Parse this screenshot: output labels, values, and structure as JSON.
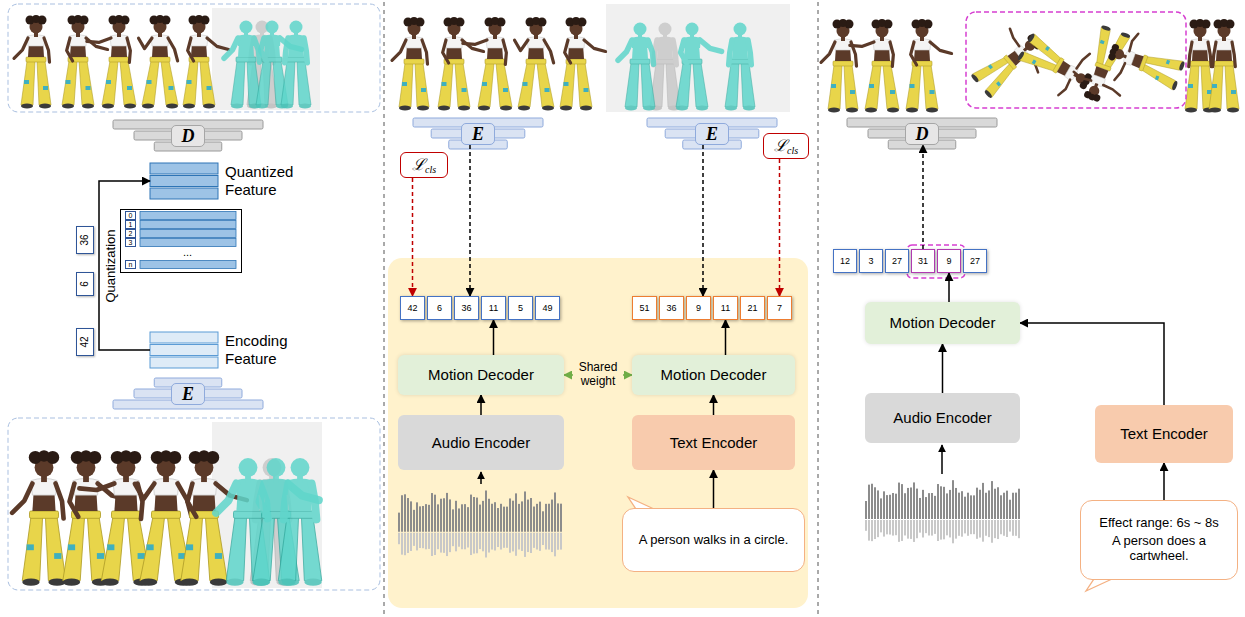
{
  "diagram": {
    "nodes": [
      {
        "text": [
          "D"
        ]
      },
      {
        "text": [
          "Quantized Feature"
        ]
      },
      {
        "text": [
          "..."
        ]
      },
      {
        "text": [
          "0"
        ],
        "in": 2
      },
      {
        "text": [
          "1"
        ],
        "in": 2
      },
      {
        "text": [
          "2"
        ],
        "in": 2
      },
      {
        "text": [
          "3"
        ],
        "in": 2
      },
      {
        "text": [
          "n"
        ],
        "in": 2
      },
      {
        "text": [
          "36"
        ]
      },
      {
        "text": [
          "6"
        ]
      },
      {
        "text": [
          "42"
        ]
      },
      {
        "text": [
          "Encoding Feature"
        ]
      },
      {
        "text": [
          "E"
        ]
      },
      {
        "text": [
          "E"
        ]
      },
      {
        "text": [
          "E"
        ]
      },
      {
        "text": [
          "ℒ",
          "cls"
        ]
      },
      {
        "text": [
          "ℒ",
          "cls"
        ]
      },
      {
        "text": [
          "42"
        ]
      },
      {
        "text": [
          "6"
        ]
      },
      {
        "text": [
          "36"
        ]
      },
      {
        "text": [
          "11"
        ]
      },
      {
        "text": [
          "5"
        ]
      },
      {
        "text": [
          "49"
        ]
      },
      {
        "text": [
          "51"
        ]
      },
      {
        "text": [
          "36"
        ]
      },
      {
        "text": [
          "9"
        ]
      },
      {
        "text": [
          "11"
        ]
      },
      {
        "text": [
          "21"
        ]
      },
      {
        "text": [
          "7"
        ]
      },
      {
        "text": [
          "Motion Decoder"
        ]
      },
      {
        "text": [
          "Motion Decoder"
        ]
      },
      {
        "text": [
          "Audio Encoder"
        ]
      },
      {
        "text": [
          "Text Encoder"
        ]
      },
      {
        "text": [
          "A person walks in a circle."
        ]
      },
      {
        "text": [
          "D"
        ]
      },
      {
        "text": [
          "12"
        ]
      },
      {
        "text": [
          "3"
        ]
      },
      {
        "text": [
          "27"
        ]
      },
      {
        "text": [
          "31"
        ]
      },
      {
        "text": [
          "9"
        ]
      },
      {
        "text": [
          "27"
        ]
      },
      {
        "text": [
          "Motion Decoder"
        ]
      },
      {
        "text": [
          "Audio Encoder"
        ]
      },
      {
        "text": [
          "Text Encoder"
        ]
      },
      {
        "text": [
          "Effect range: 6s ~ 8s",
          "A person does a cartwheel."
        ]
      }
    ],
    "edges": [
      {
        "from": 11,
        "to": 1,
        "label": "Quantization",
        "arrow": "to"
      },
      {
        "from": 13,
        "to": 19,
        "arrow": "to"
      },
      {
        "from": 15,
        "to": 17,
        "arrow": "to"
      },
      {
        "from": 29,
        "to": 20,
        "arrow": "to"
      },
      {
        "from": 14,
        "to": 25,
        "arrow": "to"
      },
      {
        "from": 16,
        "to": 28,
        "arrow": "to"
      },
      {
        "from": 30,
        "to": 26,
        "arrow": "to"
      },
      {
        "from": 31,
        "to": 29,
        "arrow": "to"
      },
      {
        "from": 32,
        "to": 30,
        "arrow": "to"
      },
      {
        "from": 33,
        "to": 32,
        "arrow": "to"
      },
      {
        "from": 29,
        "to": 30,
        "label": "Shared weight",
        "arrow": "both"
      },
      {
        "from": 38,
        "to": 34,
        "arrow": "to"
      },
      {
        "from": 41,
        "to": 39,
        "arrow": "to"
      },
      {
        "from": 42,
        "to": 41,
        "arrow": "to"
      },
      {
        "from": 43,
        "to": 41,
        "arrow": "to"
      },
      {
        "from": 44,
        "to": 43,
        "arrow": "to"
      }
    ]
  }
}
